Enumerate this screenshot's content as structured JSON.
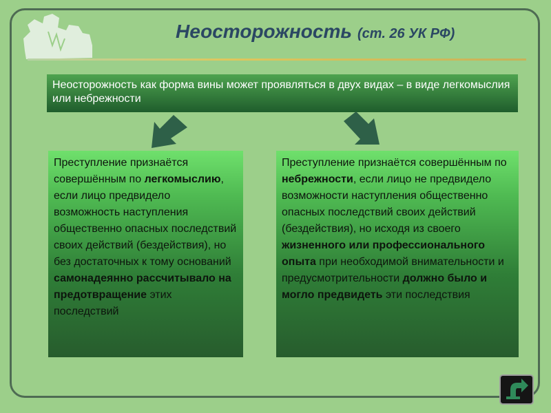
{
  "header": {
    "title": "Неосторожность",
    "subtitle": "(ст. 26 УК РФ)"
  },
  "intro": {
    "text": "Неосторожность как форма вины может проявляться в двух видах – в виде легкомыслия или небрежности"
  },
  "left_box": {
    "t1": "Преступление признаётся совершённым по ",
    "t2": "легкомыслию",
    "t3": ", если лицо предвидело возможность наступления общественно опасных последствий своих действий (бездействия), но без достаточных к тому оснований ",
    "t4": "самонадеянно рассчитывало на предотвращение",
    "t5": " этих последствий"
  },
  "right_box": {
    "t1": "Преступление признаётся совершённым по ",
    "t2": "небрежности",
    "t3": ", если лицо не предвидело возможности наступления общественно опасных последствий своих действий (бездействия), но исходя из своего ",
    "t4": "жизненного или профессионального опыта",
    "t5": " при необходимой внимательности и предусмотрительности ",
    "t6": "должно было и могло предвидеть",
    "t7": " эти последствия"
  },
  "colors": {
    "background": "#9ccf8a",
    "title": "#2b4763",
    "arrow": "#2e6048",
    "frame": "#4e6b53"
  },
  "icons": {
    "logo": "people-silhouette-icon",
    "left_arrow": "arrow-down-left-icon",
    "right_arrow": "arrow-down-right-icon",
    "home": "return-arrow-icon"
  }
}
